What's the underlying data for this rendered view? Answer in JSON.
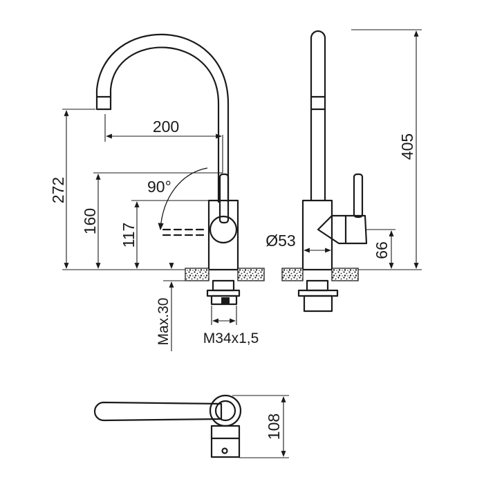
{
  "drawing": {
    "dimensions": {
      "spout_reach": "200",
      "angle": "90°",
      "overall_height_side": "272",
      "handle_height": "160",
      "body_height": "117",
      "max_deck_thickness": "Max.30",
      "thread": "M34x1,5",
      "base_diameter": "Ø53",
      "base_height": "66",
      "total_height": "405",
      "top_view_depth": "108"
    }
  }
}
